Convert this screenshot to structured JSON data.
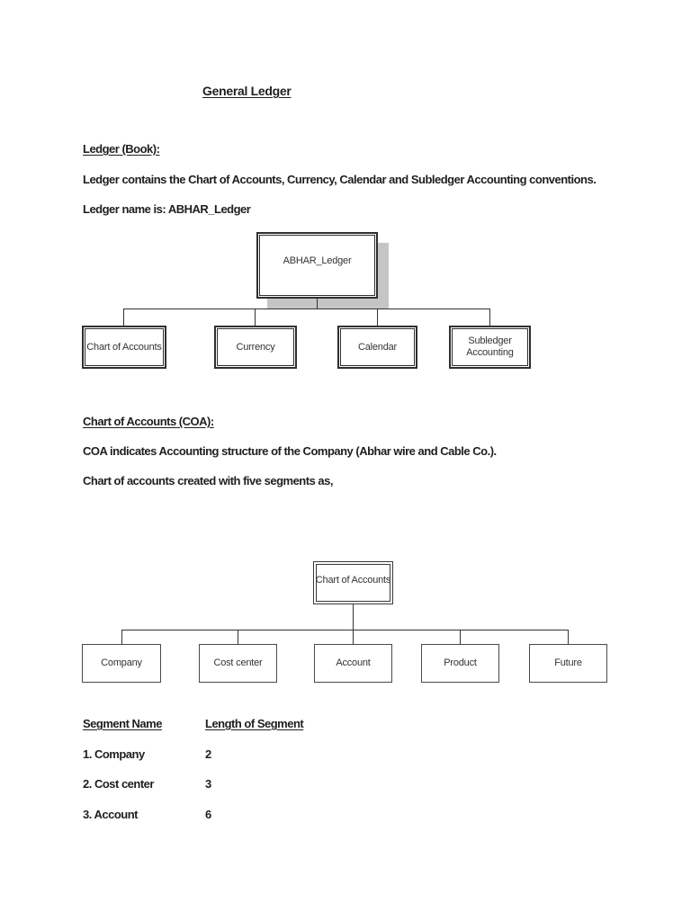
{
  "document": {
    "title": "General Ledger",
    "ledger_section": {
      "heading": "Ledger (Book):",
      "body": "Ledger contains the Chart of Accounts, Currency, Calendar and Subledger Accounting conventions.",
      "ledger_name_line": "Ledger name is: ABHAR_Ledger"
    },
    "coa_section": {
      "heading": "Chart of Accounts (COA):",
      "body": "COA indicates Accounting structure of the Company (Abhar wire and Cable Co.).",
      "segments_line": "Chart of accounts created with five segments as,"
    }
  },
  "ledger_diagram": {
    "root": "ABHAR_Ledger",
    "children": [
      "Chart of Accounts",
      "Currency",
      "Calendar",
      "Subledger Accounting"
    ]
  },
  "coa_diagram": {
    "root": "Chart of Accounts",
    "children": [
      "Company",
      "Cost center",
      "Account",
      "Product",
      "Future"
    ]
  },
  "segment_table": {
    "headers": [
      "Segment Name",
      "Length of Segment"
    ],
    "rows": [
      {
        "name": "1. Company",
        "length": "2"
      },
      {
        "name": "2. Cost center",
        "length": "3"
      },
      {
        "name": "3. Account",
        "length": "6"
      }
    ]
  },
  "colors": {
    "page_background": "#ffffff",
    "text": "#1f1f1f",
    "box_border": "#2f2f2f",
    "light_box_border": "#4a4a4a",
    "connector_line": "#333333",
    "drop_shadow": "#c5c5c5"
  }
}
